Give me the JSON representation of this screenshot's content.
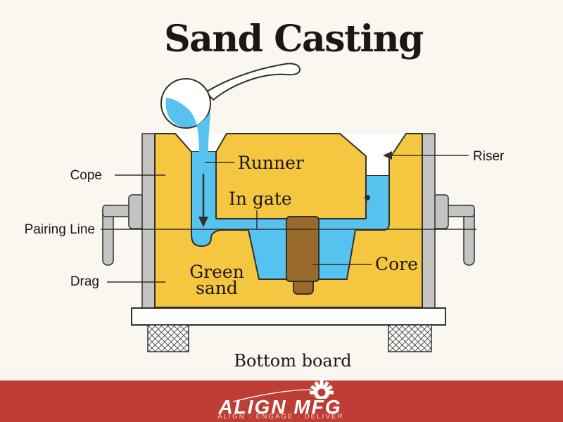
{
  "title": "Sand Casting",
  "diagram": {
    "name": "sand casting cross-section",
    "labels": {
      "cope": "Cope",
      "pairing_line": "Pairing Line",
      "drag": "Drag",
      "runner": "Runner",
      "in_gate": "In gate",
      "riser": "Riser",
      "green_sand": [
        "Green",
        "sand"
      ],
      "core": "Core",
      "bottom_board": "Bottom board"
    }
  },
  "footer": {
    "brand": "ALIGN MFG",
    "tagline": "ALIGN · ENGAGE · DELIVER"
  },
  "colors": {
    "background": "#FAF6F0",
    "sand_yellow": "#F5C63F",
    "molten_metal_blue": "#56C2EF",
    "core_brown": "#9A6A2D",
    "flask_gray": "#C4C4C4",
    "outline_dark": "#33302C",
    "board_white": "#FEFEFD",
    "footer_red": "#BE3D35",
    "text_black": "#1B1814"
  }
}
